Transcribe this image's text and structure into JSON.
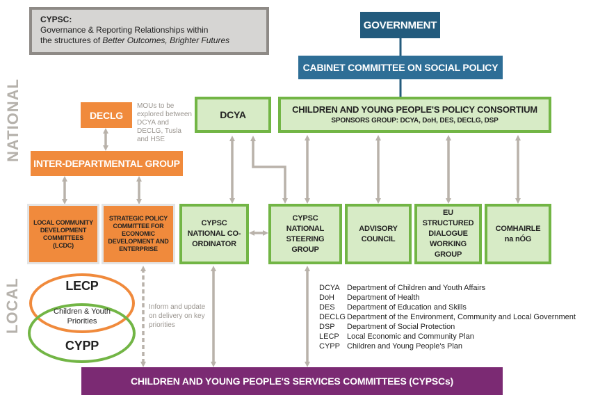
{
  "title_box": {
    "heading": "CYPSC:",
    "line1": "Governance & Reporting Relationships within",
    "line2_prefix": "the structures of ",
    "line2_italic": "Better Outcomes, Brighter Futures"
  },
  "side_labels": {
    "national": "NATIONAL",
    "local": "LOCAL"
  },
  "government": "GOVERNMENT",
  "cabinet": "CABINET COMMITTEE ON SOCIAL POLICY",
  "dcya": "DCYA",
  "consortium": {
    "title": "CHILDREN AND YOUNG PEOPLE'S POLICY CONSORTIUM",
    "subtitle": "SPONSORS GROUP: DCYA, DoH, DES, DECLG, DSP"
  },
  "declg": "DECLG",
  "mou_note": "MOUs to be explored between DCYA and DECLG, Tusla and HSE",
  "inter_dept": "INTER-DEPARTMENTAL GROUP",
  "lcdc": "LOCAL COMMUNITY DEVELOPMENT COMMITTEES (LCDC)",
  "spc": "STRATEGIC POLICY COMMITTEE FOR ECONOMIC DEVELOPMENT AND ENTERPRISE",
  "coordinator": "CYPSC NATIONAL CO-ORDINATOR",
  "steering": "CYPSC NATIONAL STEERING GROUP",
  "advisory": "ADVISORY COUNCIL",
  "eu_dialogue": "EU STRUCTURED DIALOGUE WORKING GROUP",
  "comhairle": "COMHAIRLE na nÓG",
  "lecp": "LECP",
  "priorities": "Children & Youth Priorities",
  "cypp": "CYPP",
  "inform_note": "Inform and update on delivery on key priorities",
  "legend": [
    {
      "abbr": "DCYA",
      "desc": "Department of Children and Youth Affairs"
    },
    {
      "abbr": "DoH",
      "desc": "Department of Health"
    },
    {
      "abbr": "DES",
      "desc": "Department of Education and Skills"
    },
    {
      "abbr": "DECLG",
      "desc": "Department of the Environment, Community and Local Government"
    },
    {
      "abbr": "DSP",
      "desc": "Department of Social Protection"
    },
    {
      "abbr": "LECP",
      "desc": "Local Economic and Community Plan"
    },
    {
      "abbr": "CYPP",
      "desc": "Children and Young People's Plan"
    }
  ],
  "cypsc_bar": "CHILDREN AND YOUNG PEOPLE'S SERVICES COMMITTEES (CYPSCs)",
  "colors": {
    "green": "#72b545",
    "green_fill": "#d7ebc6",
    "orange": "#f08a3c",
    "blue": "#235b7d",
    "blue_light": "#2e6e96",
    "purple": "#7b2a73",
    "arrow": "#b9b2aa"
  }
}
